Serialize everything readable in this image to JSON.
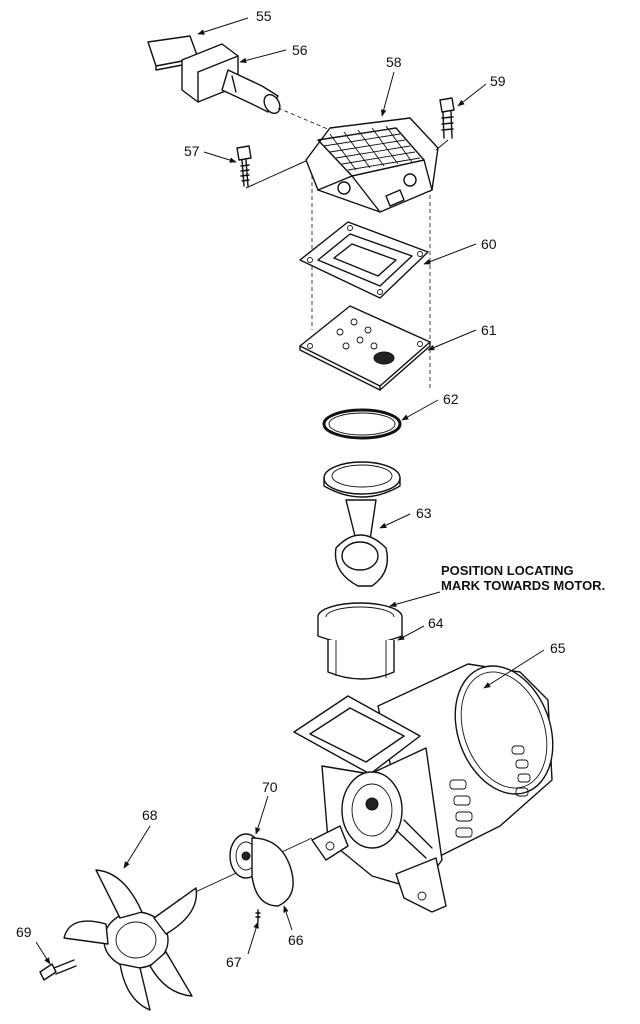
{
  "callouts": [
    "55",
    "56",
    "57",
    "58",
    "59",
    "60",
    "61",
    "62",
    "63",
    "64",
    "65",
    "66",
    "67",
    "68",
    "69",
    "70"
  ],
  "note": {
    "line1": "POSITION LOCATING",
    "line2": "MARK TOWARDS MOTOR."
  },
  "colors": {
    "ink": "#111111",
    "paper": "#ffffff"
  }
}
